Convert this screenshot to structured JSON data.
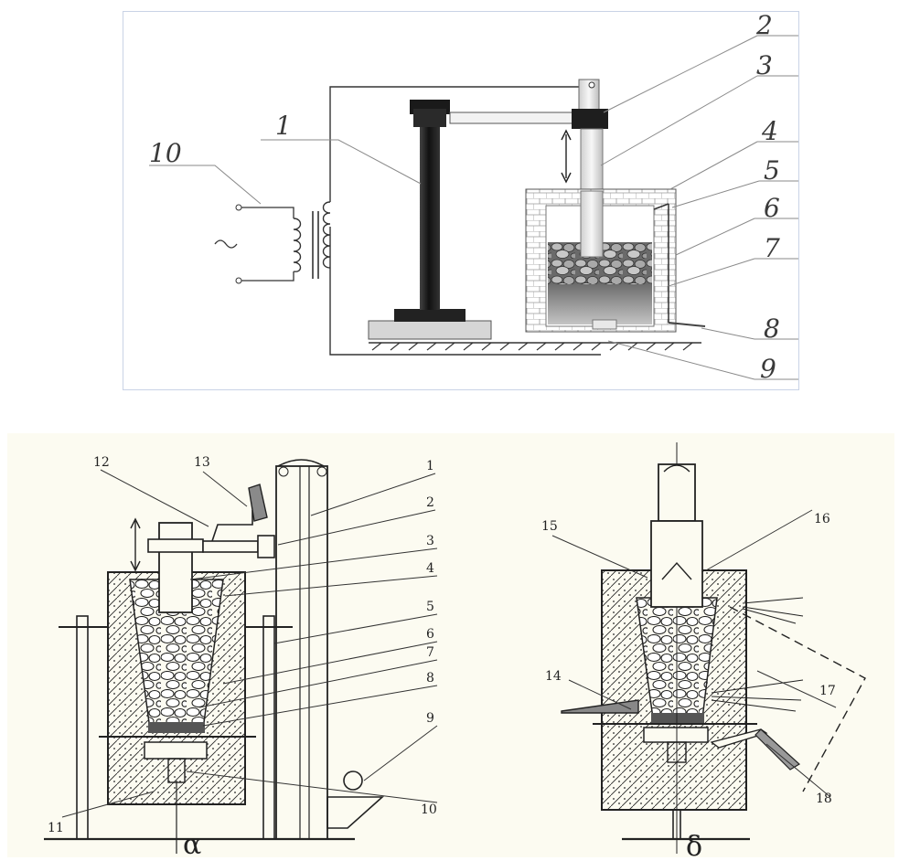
{
  "figure_top": {
    "labels": [
      "1",
      "2",
      "3",
      "4",
      "5",
      "6",
      "7",
      "8",
      "9",
      "10"
    ]
  },
  "figure_bottom": {
    "left": {
      "caption": "α",
      "labels": [
        "12",
        "13",
        "1",
        "2",
        "3",
        "4",
        "5",
        "6",
        "7",
        "8",
        "9",
        "10",
        "11"
      ]
    },
    "right": {
      "caption": "δ",
      "labels": [
        "15",
        "16",
        "14",
        "17",
        "18"
      ]
    }
  },
  "colors": {
    "steel_dark": "#1c1c1c",
    "lining": "#ffffff",
    "charge_dark": "#4a4a4a",
    "melt": "#8a8a8a",
    "paper": "#fcfbf1"
  }
}
